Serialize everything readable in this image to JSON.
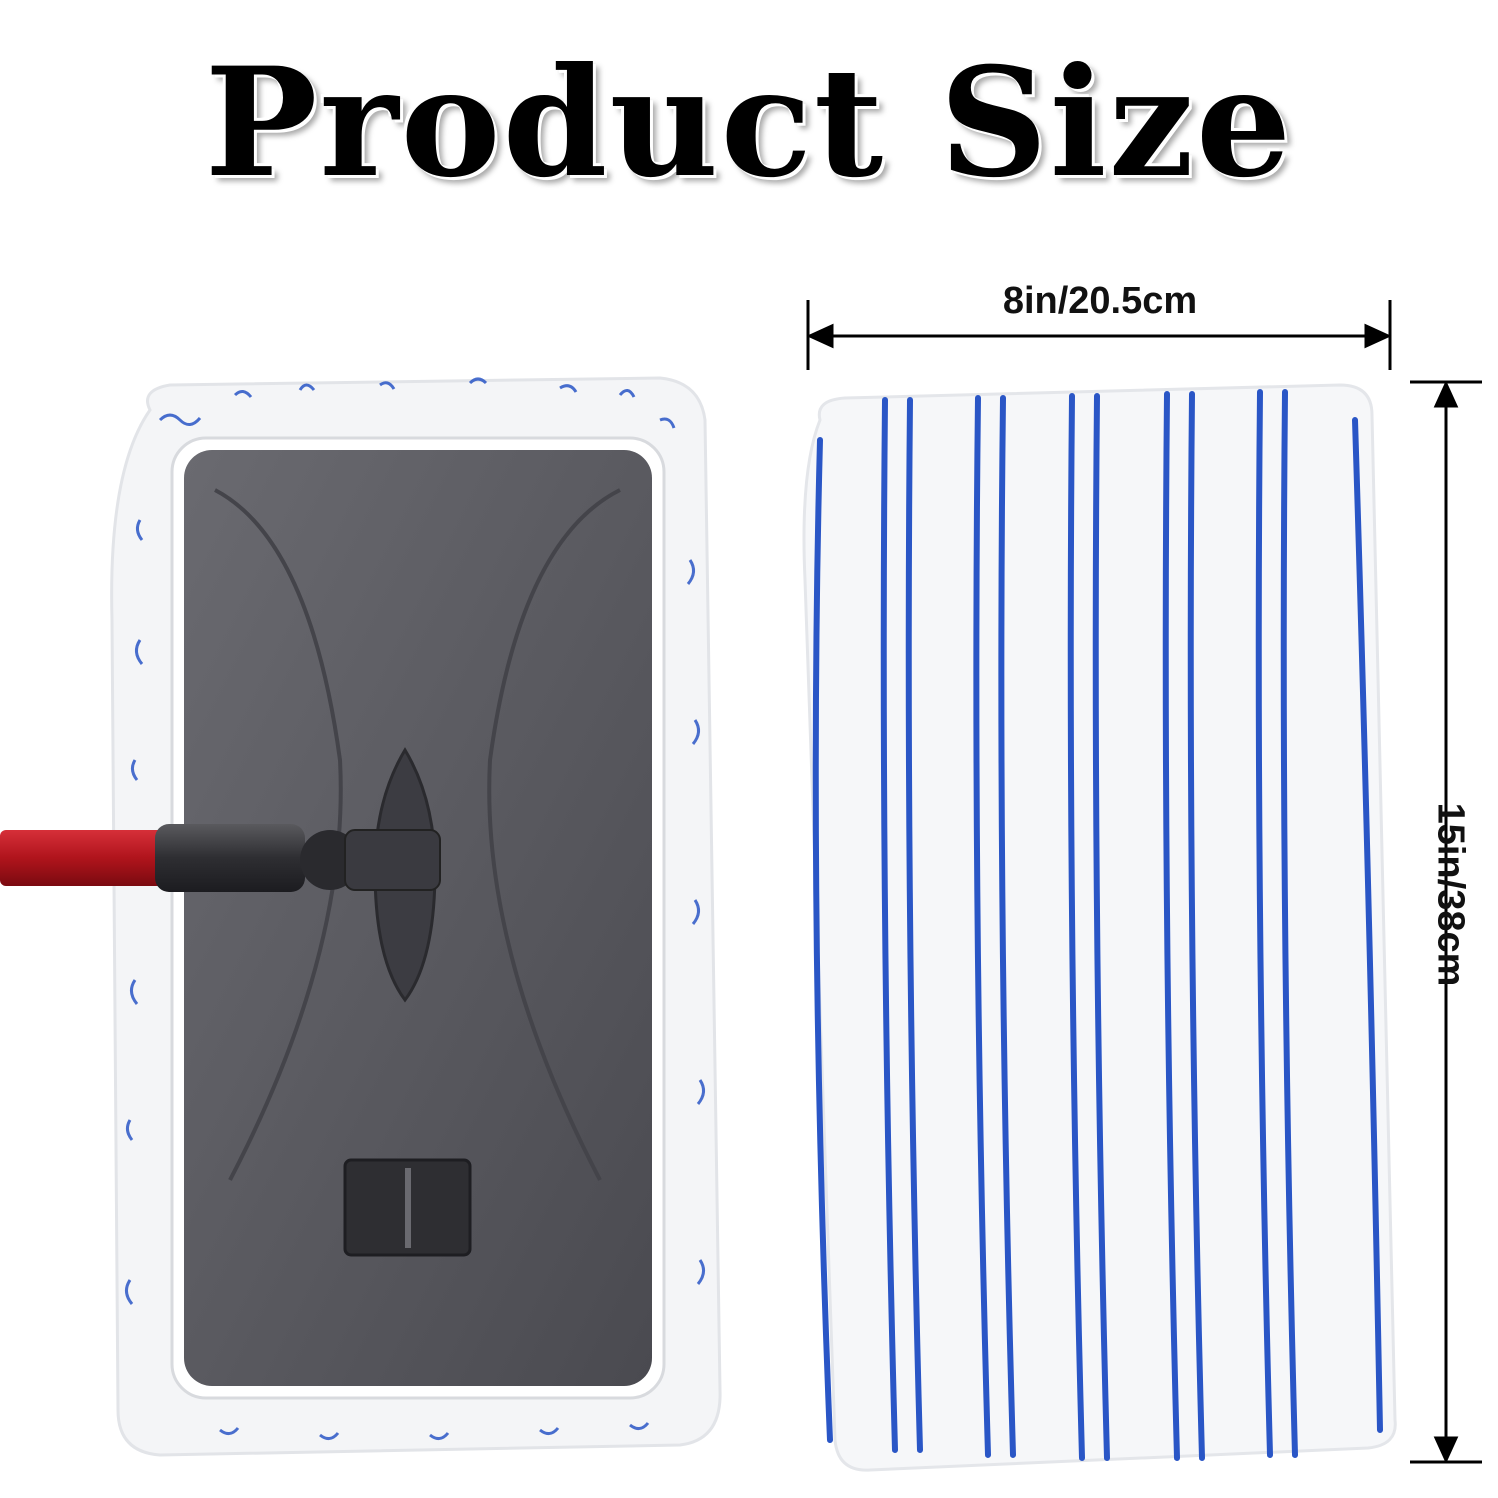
{
  "title": "Product Size",
  "dimensions": {
    "width_label": "8in/20.5cm",
    "height_label": "15in/38cm"
  },
  "colors": {
    "stripe": "#2a56c6",
    "pad": "#f6f7f9",
    "mop_frame": "#58585c",
    "handle": "#b8141c"
  }
}
